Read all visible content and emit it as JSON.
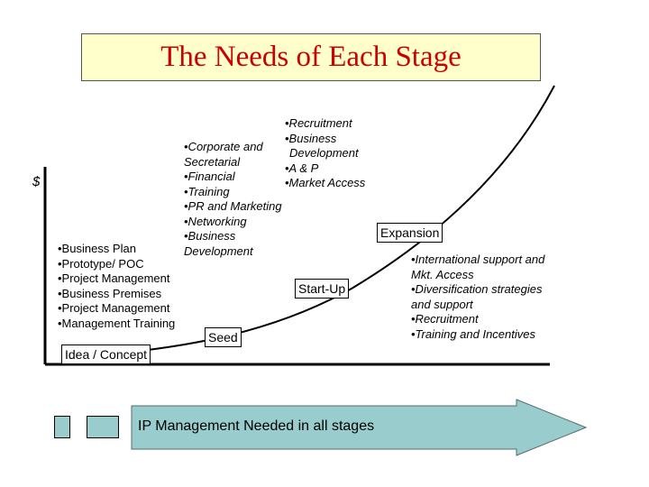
{
  "title": "The Needs of Each Stage",
  "y_axis_label": "$",
  "colors": {
    "title_fill": "#ffffcc",
    "title_text": "#cc0000",
    "stage_box_fill": "#ffffff",
    "arrow_fill": "#99cccc"
  },
  "stages": {
    "idea": {
      "label": "Idea / Concept",
      "needs": [
        "•Business Plan",
        "•Prototype/ POC",
        "•Project Management",
        "•Business Premises",
        "•Project Management",
        "•Management Training"
      ]
    },
    "seed": {
      "label": "Seed",
      "needs": [
        "•Corporate and",
        "Secretarial",
        "•Financial",
        "•Training",
        "•PR and Marketing",
        "•Networking",
        "•Business",
        "Development"
      ]
    },
    "startup": {
      "label": "Start-Up",
      "needs": [
        "•Recruitment",
        "•Business",
        "Development",
        "•A & P",
        "•Market Access"
      ]
    },
    "expansion": {
      "label": "Expansion",
      "needs": [
        "•International support and",
        "Mkt. Access",
        "•Diversification strategies",
        "and support",
        "•Recruitment",
        "•Training and Incentives"
      ]
    }
  },
  "banner": "IP Management Needed in all stages"
}
